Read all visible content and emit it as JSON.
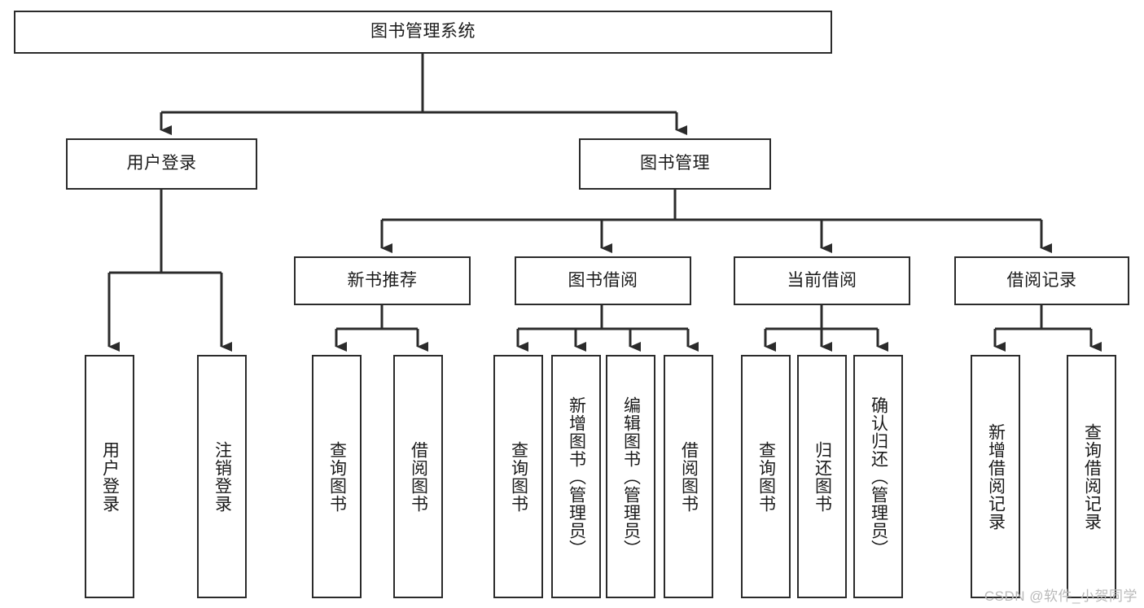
{
  "diagram": {
    "title": "图书管理系统",
    "type": "tree",
    "orientation": "top-down",
    "watermark": "CSDN @软件_小贺同学",
    "colors": {
      "stroke": "#2b2b2b",
      "fill": "#ffffff",
      "text": "#1b1b1b",
      "watermark": "#b9b9b9"
    },
    "nodes": {
      "root": {
        "label": "图书管理系统"
      },
      "level2": [
        {
          "id": "user-login",
          "label": "用户登录"
        },
        {
          "id": "book-manage",
          "label": "图书管理"
        }
      ],
      "level3": [
        {
          "id": "new-book-recommend",
          "label": "新书推荐"
        },
        {
          "id": "book-borrow",
          "label": "图书借阅"
        },
        {
          "id": "current-borrow",
          "label": "当前借阅"
        },
        {
          "id": "borrow-record",
          "label": "借阅记录"
        }
      ],
      "leaves": {
        "user-login": [
          {
            "id": "leaf-user-login",
            "label": "用户登录"
          },
          {
            "id": "leaf-logout-login",
            "label": "注销登录"
          }
        ],
        "new-book-recommend": [
          {
            "id": "leaf-query-book-1",
            "label": "查询图书"
          },
          {
            "id": "leaf-borrow-book-1",
            "label": "借阅图书"
          }
        ],
        "book-borrow": [
          {
            "id": "leaf-query-book-2",
            "label": "查询图书"
          },
          {
            "id": "leaf-add-book",
            "label": "新增图书（管理员）"
          },
          {
            "id": "leaf-edit-book",
            "label": "编辑图书（管理员）"
          },
          {
            "id": "leaf-borrow-book-2",
            "label": "借阅图书"
          }
        ],
        "current-borrow": [
          {
            "id": "leaf-query-book-3",
            "label": "查询图书"
          },
          {
            "id": "leaf-return-book",
            "label": "归还图书"
          },
          {
            "id": "leaf-confirm-return",
            "label": "确认归还（管理员）"
          }
        ],
        "borrow-record": [
          {
            "id": "leaf-add-record",
            "label": "新增借阅记录"
          },
          {
            "id": "leaf-query-record",
            "label": "查询借阅记录"
          }
        ]
      }
    },
    "edges": [
      {
        "from": "root",
        "to": "user-login"
      },
      {
        "from": "root",
        "to": "book-manage"
      },
      {
        "from": "user-login",
        "to": "leaf-user-login"
      },
      {
        "from": "user-login",
        "to": "leaf-logout-login"
      },
      {
        "from": "book-manage",
        "to": "new-book-recommend"
      },
      {
        "from": "book-manage",
        "to": "book-borrow"
      },
      {
        "from": "book-manage",
        "to": "current-borrow"
      },
      {
        "from": "book-manage",
        "to": "borrow-record"
      },
      {
        "from": "new-book-recommend",
        "to": "leaf-query-book-1"
      },
      {
        "from": "new-book-recommend",
        "to": "leaf-borrow-book-1"
      },
      {
        "from": "book-borrow",
        "to": "leaf-query-book-2"
      },
      {
        "from": "book-borrow",
        "to": "leaf-add-book"
      },
      {
        "from": "book-borrow",
        "to": "leaf-edit-book"
      },
      {
        "from": "book-borrow",
        "to": "leaf-borrow-book-2"
      },
      {
        "from": "current-borrow",
        "to": "leaf-query-book-3"
      },
      {
        "from": "current-borrow",
        "to": "leaf-return-book"
      },
      {
        "from": "current-borrow",
        "to": "leaf-confirm-return"
      },
      {
        "from": "borrow-record",
        "to": "leaf-add-record"
      },
      {
        "from": "borrow-record",
        "to": "leaf-query-record"
      }
    ]
  }
}
